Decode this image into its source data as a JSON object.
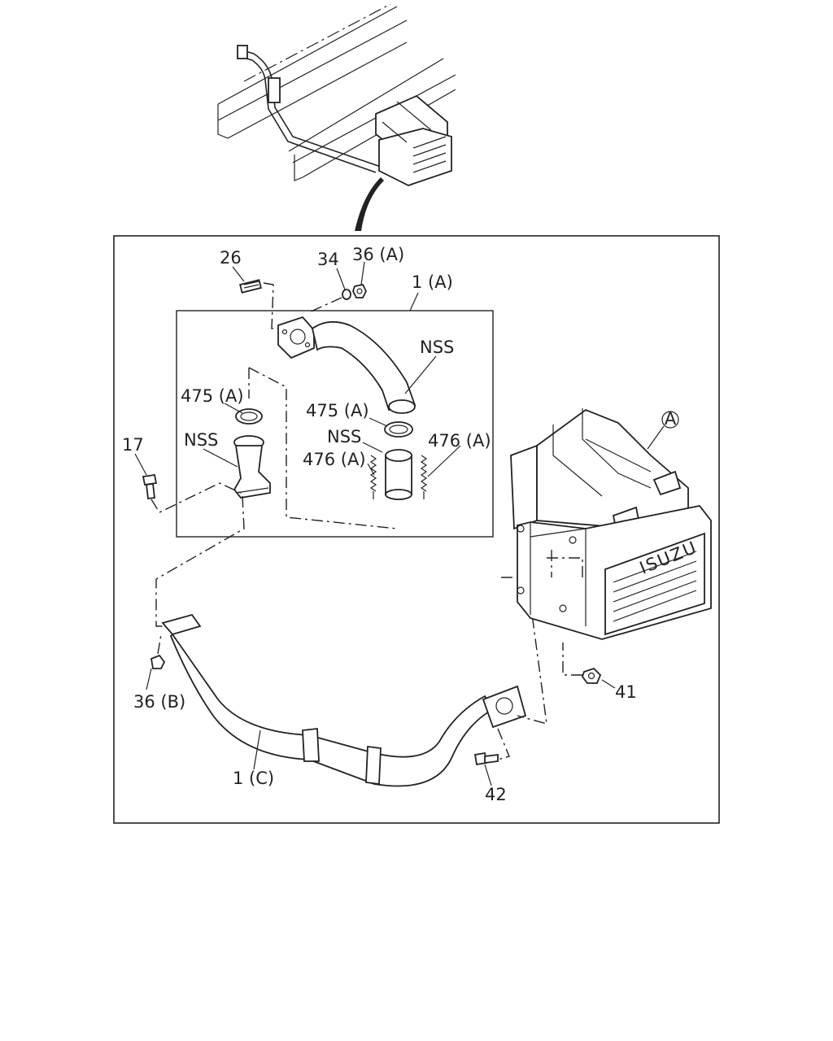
{
  "diagram": {
    "labels": {
      "p26": "26",
      "p34": "34",
      "p36a": "36 (A)",
      "p1a": "1 (A)",
      "nss_top": "NSS",
      "p475a_left": "475 (A)",
      "p475a_right": "475 (A)",
      "nss_mid": "NSS",
      "p476a_right": "476 (A)",
      "p476a_left": "476 (A)",
      "p17": "17",
      "nss_left": "NSS",
      "ref_a": "A",
      "p41": "41",
      "p36b": "36 (B)",
      "p1c": "1 (C)",
      "p42": "42"
    },
    "muffler_brand": "ISUZU"
  }
}
